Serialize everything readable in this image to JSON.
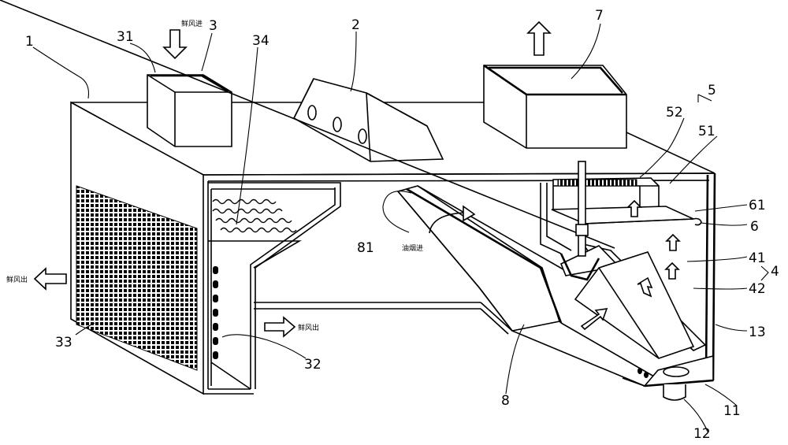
{
  "labels": {
    "n1": "1",
    "n2": "2",
    "n3": "3",
    "n31": "31",
    "n34": "34",
    "n7": "7",
    "n5": "5",
    "n52": "52",
    "n51": "51",
    "n61": "61",
    "n6": "6",
    "n41": "41",
    "n4": "4",
    "n42": "42",
    "n13": "13",
    "n11": "11",
    "n12": "12",
    "n8": "8",
    "n81": "81",
    "n32": "32",
    "n33": "33"
  },
  "annotations": {
    "fresh_air_in": "鲜风进",
    "fresh_air_out_left": "鲜风出",
    "fresh_air_out_mid": "鲜风出",
    "fume_in": "油烟进"
  }
}
